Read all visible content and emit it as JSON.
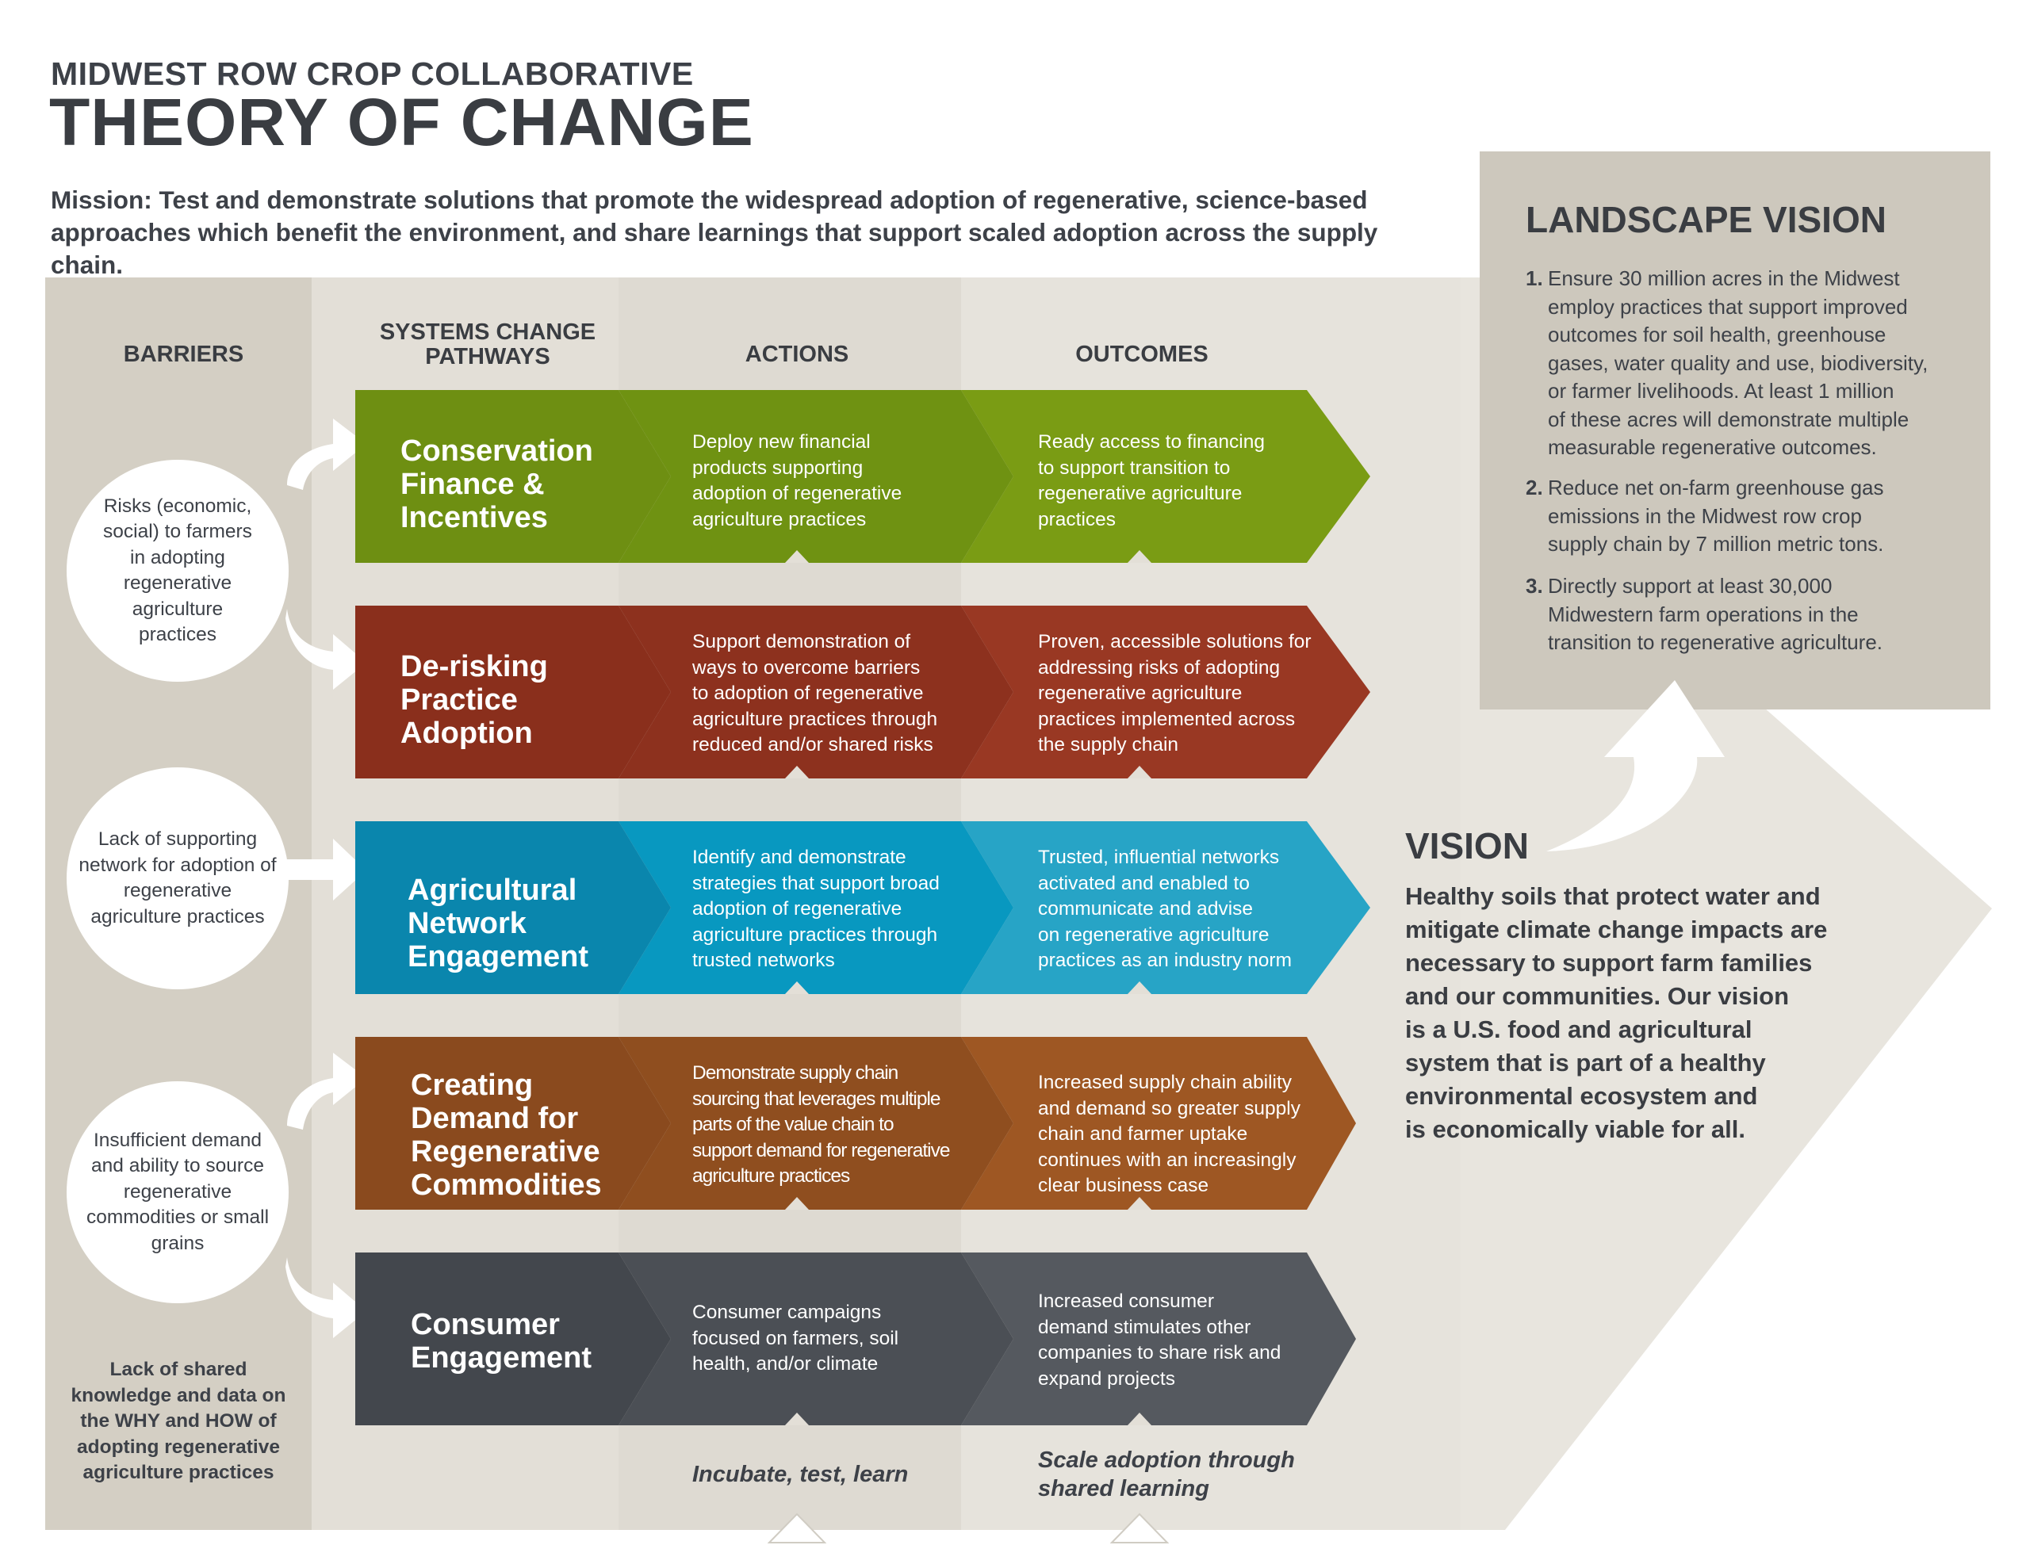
{
  "header": {
    "subtitle": "MIDWEST ROW CROP COLLABORATIVE",
    "title": "THEORY OF CHANGE",
    "mission_line1": "Mission: Test and demonstrate solutions that promote the widespread adoption of regenerative, science-based",
    "mission_line2": "approaches which benefit the environment, and share learnings that support scaled adoption across the supply chain."
  },
  "columns": {
    "barriers": "BARRIERS",
    "pathways_line1": "SYSTEMS CHANGE",
    "pathways_line2": "PATHWAYS",
    "actions": "ACTIONS",
    "outcomes": "OUTCOMES"
  },
  "barriers": [
    {
      "text": "Risks (economic, social) to farmers in adopting regenerative agriculture practices"
    },
    {
      "text": "Lack of supporting network for adoption of regenerative agriculture practices"
    },
    {
      "text": "Insufficient demand and ability to source regenerative commodities or small grains"
    }
  ],
  "barrier_last": "Lack of shared knowledge and data on the WHY and HOW of adopting regenerative agriculture practices",
  "rows": [
    {
      "pathway_lines": [
        "Conservation",
        "Finance &",
        "Incentives"
      ],
      "action_lines": [
        "Deploy new financial",
        "products supporting",
        "adoption of regenerative",
        "agriculture practices"
      ],
      "outcome_lines": [
        "Ready access to financing",
        "to support transition to",
        "regenerative agriculture",
        "practices"
      ],
      "colors": {
        "pathway": "#6e8f12",
        "action": "#6f9212",
        "outcome": "#7a9c14"
      }
    },
    {
      "pathway_lines": [
        "De-risking",
        "Practice",
        "Adoption"
      ],
      "action_lines": [
        "Support demonstration of",
        "ways to overcome barriers",
        "to adoption of regenerative",
        "agriculture practices through",
        "reduced and/or shared risks"
      ],
      "outcome_lines": [
        "Proven, accessible solutions for",
        "addressing risks of adopting",
        "regenerative agriculture",
        "practices implemented across",
        "the supply chain"
      ],
      "colors": {
        "pathway": "#8a2f1c",
        "action": "#8d311e",
        "outcome": "#993823"
      }
    },
    {
      "pathway_lines": [
        "Agricultural",
        "Network",
        "Engagement"
      ],
      "action_lines": [
        "Identify and demonstrate",
        "strategies that support broad",
        "adoption of regenerative",
        "agriculture practices through",
        "trusted networks"
      ],
      "outcome_lines": [
        "Trusted, influential networks",
        "activated and enabled to",
        "communicate and advise",
        "on regenerative agriculture",
        "practices as an industry norm"
      ],
      "colors": {
        "pathway": "#0a86ad",
        "action": "#0898c0",
        "outcome": "#27a4c6"
      }
    },
    {
      "pathway_lines": [
        "Creating",
        "Demand for",
        "Regenerative",
        "Commodities"
      ],
      "action_lines": [
        "Demonstrate supply chain",
        "sourcing that leverages multiple",
        "parts of the value chain to",
        "support demand for regenerative",
        "agriculture practices"
      ],
      "outcome_lines": [
        "Increased supply chain ability",
        "and demand so greater supply",
        "chain and farmer uptake",
        "continues with an increasingly",
        "clear business case"
      ],
      "colors": {
        "pathway": "#8a4a1e",
        "action": "#8f4e1f",
        "outcome": "#9e5723"
      }
    },
    {
      "pathway_lines": [
        "Consumer",
        "Engagement"
      ],
      "action_lines": [
        "Consumer campaigns",
        "focused on farmers, soil",
        "health, and/or climate"
      ],
      "outcome_lines": [
        "Increased consumer",
        "demand stimulates other",
        "companies to share risk and",
        "expand projects"
      ],
      "colors": {
        "pathway": "#43474d",
        "action": "#4b4f55",
        "outcome": "#55595f"
      }
    }
  ],
  "footers": {
    "actions": "Incubate, test, learn",
    "outcomes_line1": "Scale adoption through",
    "outcomes_line2": "shared learning"
  },
  "landscape_vision": {
    "title": "LANDSCAPE VISION",
    "items": [
      {
        "num": "1.",
        "lines": [
          "Ensure 30 million acres in the Midwest",
          "employ practices that support improved",
          "outcomes for soil health, greenhouse",
          "gases, water quality and use, biodiversity,",
          "or farmer livelihoods. At least 1 million",
          "of these acres will demonstrate multiple",
          "measurable regenerative outcomes."
        ]
      },
      {
        "num": "2.",
        "lines": [
          "Reduce net on-farm greenhouse gas",
          "emissions in the Midwest row crop",
          "supply chain by 7 million metric tons."
        ]
      },
      {
        "num": "3.",
        "lines": [
          "Directly support at least 30,000",
          "Midwestern farm operations in the",
          "transition to regenerative agriculture."
        ]
      }
    ]
  },
  "vision": {
    "title": "VISION",
    "lines": [
      "Healthy soils that protect water and",
      "mitigate climate change impacts are",
      "necessary to support farm families",
      "and our communities. Our vision",
      "is a U.S. food and agricultural",
      "system that is part of a healthy",
      "environmental ecosystem and",
      "is economically viable for all."
    ]
  },
  "palette": {
    "barrier_col": "#d3cec3",
    "pathway_col": "#e2ddd4",
    "actions_col": "#ddd9d0",
    "outcomes_col": "#e7e4dd",
    "landscape_box": "#cdc8bd",
    "text_dark": "#3a3d42"
  }
}
